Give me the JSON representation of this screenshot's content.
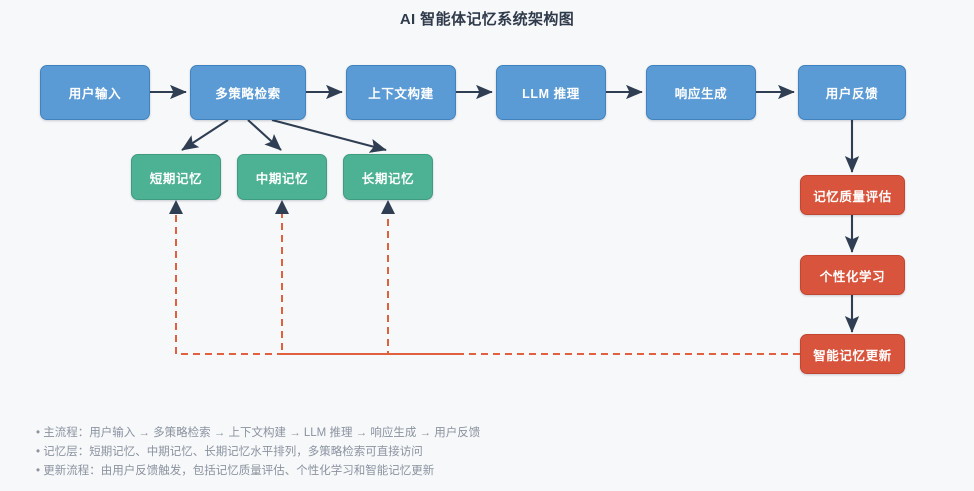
{
  "title": "AI 智能体记忆系统架构图",
  "colors": {
    "background": "#f7f8fa",
    "process": "#5b9bd5",
    "memory": "#4db193",
    "update": "#d9543c",
    "arrow": "#2f3e52",
    "dashed": "#e0603f",
    "title_text": "#2f3a4a",
    "legend_text": "#8b93a0"
  },
  "nodes": {
    "user_input": "用户输入",
    "multi_strategy_retrieval": "多策略检索",
    "context_build": "上下文构建",
    "llm_inference": "LLM 推理",
    "response_generation": "响应生成",
    "user_feedback": "用户反馈",
    "short_term_memory": "短期记忆",
    "mid_term_memory": "中期记忆",
    "long_term_memory": "长期记忆",
    "memory_quality_eval": "记忆质量评估",
    "personalized_learning": "个性化学习",
    "smart_memory_update": "智能记忆更新"
  },
  "legend": {
    "line1": "• 主流程：用户输入 → 多策略检索 → 上下文构建 → LLM 推理 → 响应生成 → 用户反馈",
    "line2": "• 记忆层：短期记忆、中期记忆、长期记忆水平排列，多策略检索可直接访问",
    "line3": "• 更新流程：由用户反馈触发，包括记忆质量评估、个性化学习和智能记忆更新"
  }
}
